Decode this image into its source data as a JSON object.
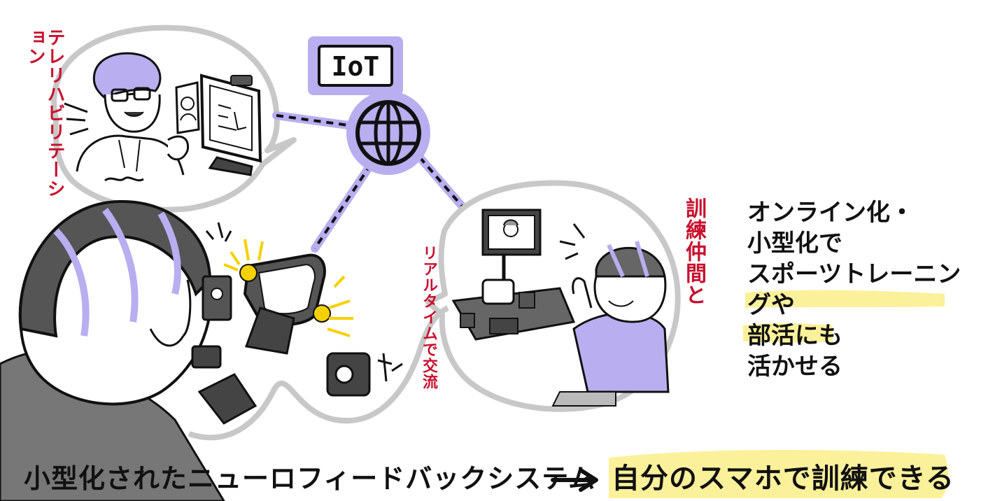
{
  "labels": {
    "tele_rehab": "テレリハビリテーション",
    "iot": "IoT",
    "realtime": "リアルタイムで交流",
    "training_peers": "訓練仲間と"
  },
  "side_text": {
    "line1": "オンライン化・",
    "line2": "小型化で",
    "line3": "スポーツトレーニングや",
    "line4": "部活にも",
    "line5": "活かせる"
  },
  "caption": {
    "left": "小型化されたニューロフィードバックシステム",
    "right": "自分のスマホで訓練できる"
  },
  "colors": {
    "lavender": "#b8aef0",
    "lavender_dark": "#8f80e0",
    "highlight_yellow": "#fbf19a",
    "accent_red": "#c8102e",
    "ink": "#111111",
    "bubble_gray": "#c8c8c8",
    "shirt_gray": "#777777"
  },
  "icons": {
    "globe": "globe-icon",
    "arrow": "arrow-right-icon"
  }
}
